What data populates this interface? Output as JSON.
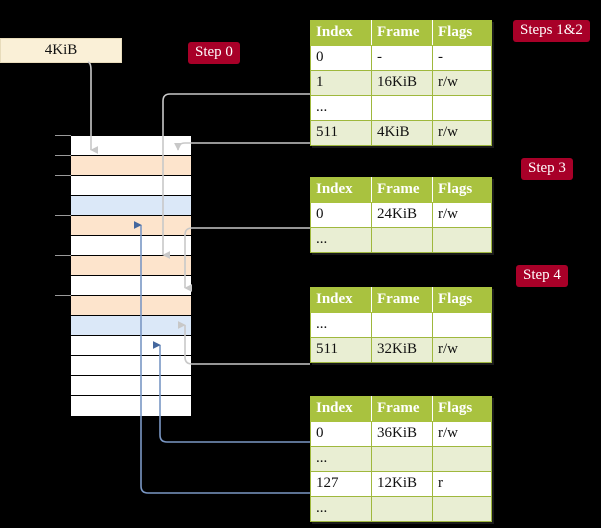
{
  "diagram": {
    "title_absent": true,
    "background": "#000000",
    "accent_table_header": "#a9c23f",
    "accent_badge": "#a80028",
    "highlight_cell": "#fcfbb0",
    "source_box_fill": "#faf0d7",
    "mem_orange": "#fde4cc",
    "mem_blue": "#dbe8f8"
  },
  "source_box": {
    "label": "4KiB"
  },
  "badges": {
    "step0": "Step 0",
    "steps12": "Steps 1&2",
    "step3": "Step 3",
    "step4": "Step 4"
  },
  "tables": [
    {
      "name": "table-steps-1-2",
      "headers": [
        "Index",
        "Frame",
        "Flags"
      ],
      "rows": [
        {
          "cells": [
            "0",
            "-",
            "-"
          ],
          "shade": "plain",
          "highlight": false
        },
        {
          "cells": [
            "1",
            "16KiB",
            "r/w"
          ],
          "shade": "alt",
          "highlight": false
        },
        {
          "cells": [
            "...",
            "",
            ""
          ],
          "shade": "plain",
          "highlight": false
        },
        {
          "cells": [
            "511",
            "4KiB",
            "r/w"
          ],
          "shade": "alt",
          "highlight": true
        }
      ]
    },
    {
      "name": "table-step-3",
      "headers": [
        "Index",
        "Frame",
        "Flags"
      ],
      "rows": [
        {
          "cells": [
            "0",
            "24KiB",
            "r/w"
          ],
          "shade": "plain",
          "highlight": false
        },
        {
          "cells": [
            "...",
            "",
            ""
          ],
          "shade": "alt",
          "highlight": false
        }
      ]
    },
    {
      "name": "table-step-4",
      "headers": [
        "Index",
        "Frame",
        "Flags"
      ],
      "rows": [
        {
          "cells": [
            "...",
            "",
            ""
          ],
          "shade": "plain",
          "highlight": false
        },
        {
          "cells": [
            "511",
            "32KiB",
            "r/w"
          ],
          "shade": "alt",
          "highlight": false
        }
      ]
    },
    {
      "name": "table-final",
      "headers": [
        "Index",
        "Frame",
        "Flags"
      ],
      "rows": [
        {
          "cells": [
            "0",
            "36KiB",
            "r/w"
          ],
          "shade": "plain",
          "highlight": false
        },
        {
          "cells": [
            "...",
            "",
            ""
          ],
          "shade": "alt",
          "highlight": false
        },
        {
          "cells": [
            "127",
            "12KiB",
            "r"
          ],
          "shade": "plain",
          "highlight": false
        },
        {
          "cells": [
            "...",
            "",
            ""
          ],
          "shade": "alt",
          "highlight": false
        }
      ]
    }
  ],
  "memory_column": {
    "name": "physical-memory-column",
    "row_count": 14,
    "rows": [
      {
        "fill": "m-white",
        "tick": true
      },
      {
        "fill": "m-orange",
        "tick": true
      },
      {
        "fill": "m-white",
        "tick": true
      },
      {
        "fill": "m-blue",
        "tick": false
      },
      {
        "fill": "m-orange",
        "tick": true
      },
      {
        "fill": "m-white",
        "tick": false
      },
      {
        "fill": "m-orange",
        "tick": true
      },
      {
        "fill": "m-white",
        "tick": false
      },
      {
        "fill": "m-orange",
        "tick": true
      },
      {
        "fill": "m-blue",
        "tick": false
      },
      {
        "fill": "m-white",
        "tick": false
      },
      {
        "fill": "m-white",
        "tick": false
      },
      {
        "fill": "m-white",
        "tick": false
      },
      {
        "fill": "m-white",
        "tick": false
      }
    ]
  },
  "connectors": {
    "gray": "#c8c8c8",
    "blue": "#7a97c4"
  }
}
